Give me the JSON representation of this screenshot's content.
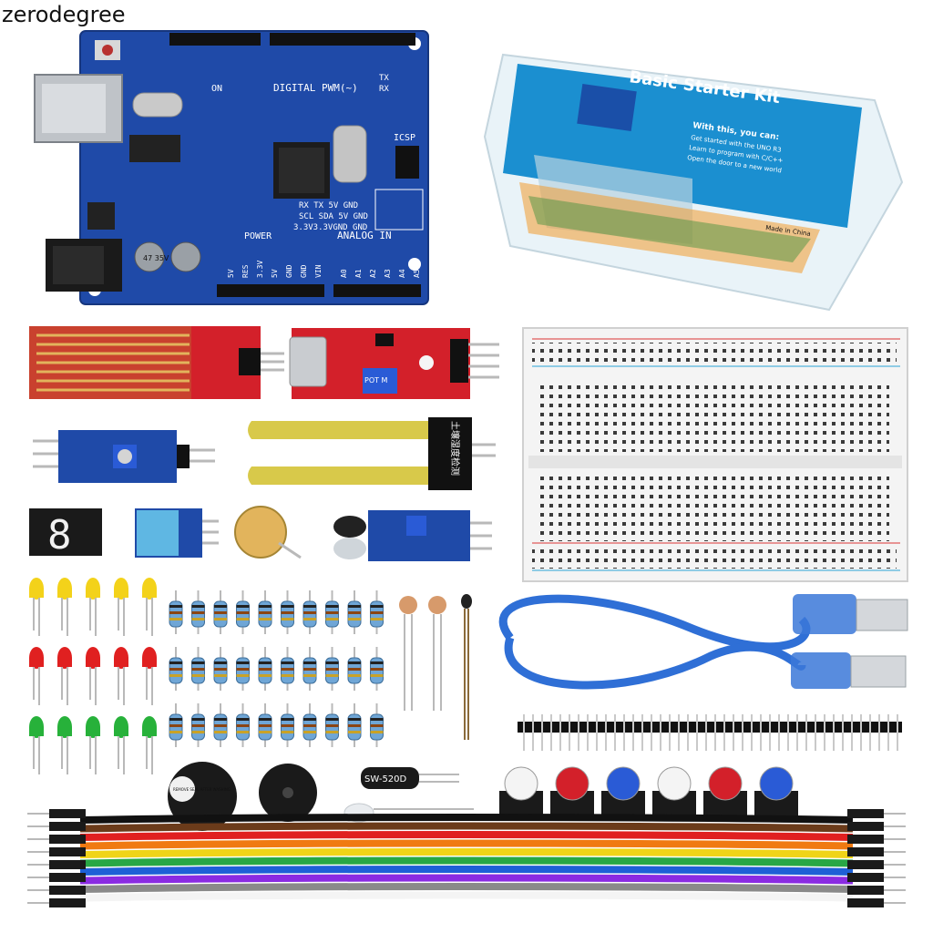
{
  "watermark": "zerodegree",
  "box": {
    "title": "Basic Starter Kit",
    "subtitle": "With this, you can:",
    "bullets": [
      "Get started with the UNO R3",
      "Learn to program with C/C++",
      "Open the door to a new world"
    ],
    "made_in": "Made in China"
  },
  "board": {
    "digital_label": "DIGITAL PWM(~)",
    "analog_label": "ANALOG IN",
    "power_label": "POWER",
    "icsp_label": "ICSP",
    "tx_label": "TX",
    "rx_label": "RX",
    "on_label": "ON",
    "power_pins": [
      "5V",
      "RES",
      "3.3V",
      "5V",
      "GND",
      "GND",
      "VIN"
    ],
    "analog_pins": [
      "A0",
      "A1",
      "A2",
      "A3",
      "A4",
      "A5"
    ],
    "capacitor_text": "47 35V",
    "header_rows": [
      "RX TX 5V GND",
      "SCL SDA 5V GND",
      "3.3V3.3VGND GND"
    ]
  },
  "modules": {
    "pot_label": "POT M",
    "soil_chinese": "土壤湿度检测",
    "seven_segment": "8"
  },
  "buzzer": {
    "sticker": "REMOVE SEAL AFTER WASHING"
  },
  "tilt_switch": {
    "label": "SW-520D"
  },
  "colors": {
    "board_blue": "#1f4aa8",
    "sensor_red": "#d3202a",
    "cable_blue": "#2f6fd6",
    "wire_colors": [
      "#111111",
      "#6b3b1a",
      "#e02020",
      "#f07a12",
      "#f0d418",
      "#28a745",
      "#1e60d6",
      "#8a2be2",
      "#8a8a8a",
      "#f4f4f4"
    ]
  },
  "icons": [
    "arduino-board",
    "breadboard",
    "usb-cable",
    "jumper-wires"
  ]
}
